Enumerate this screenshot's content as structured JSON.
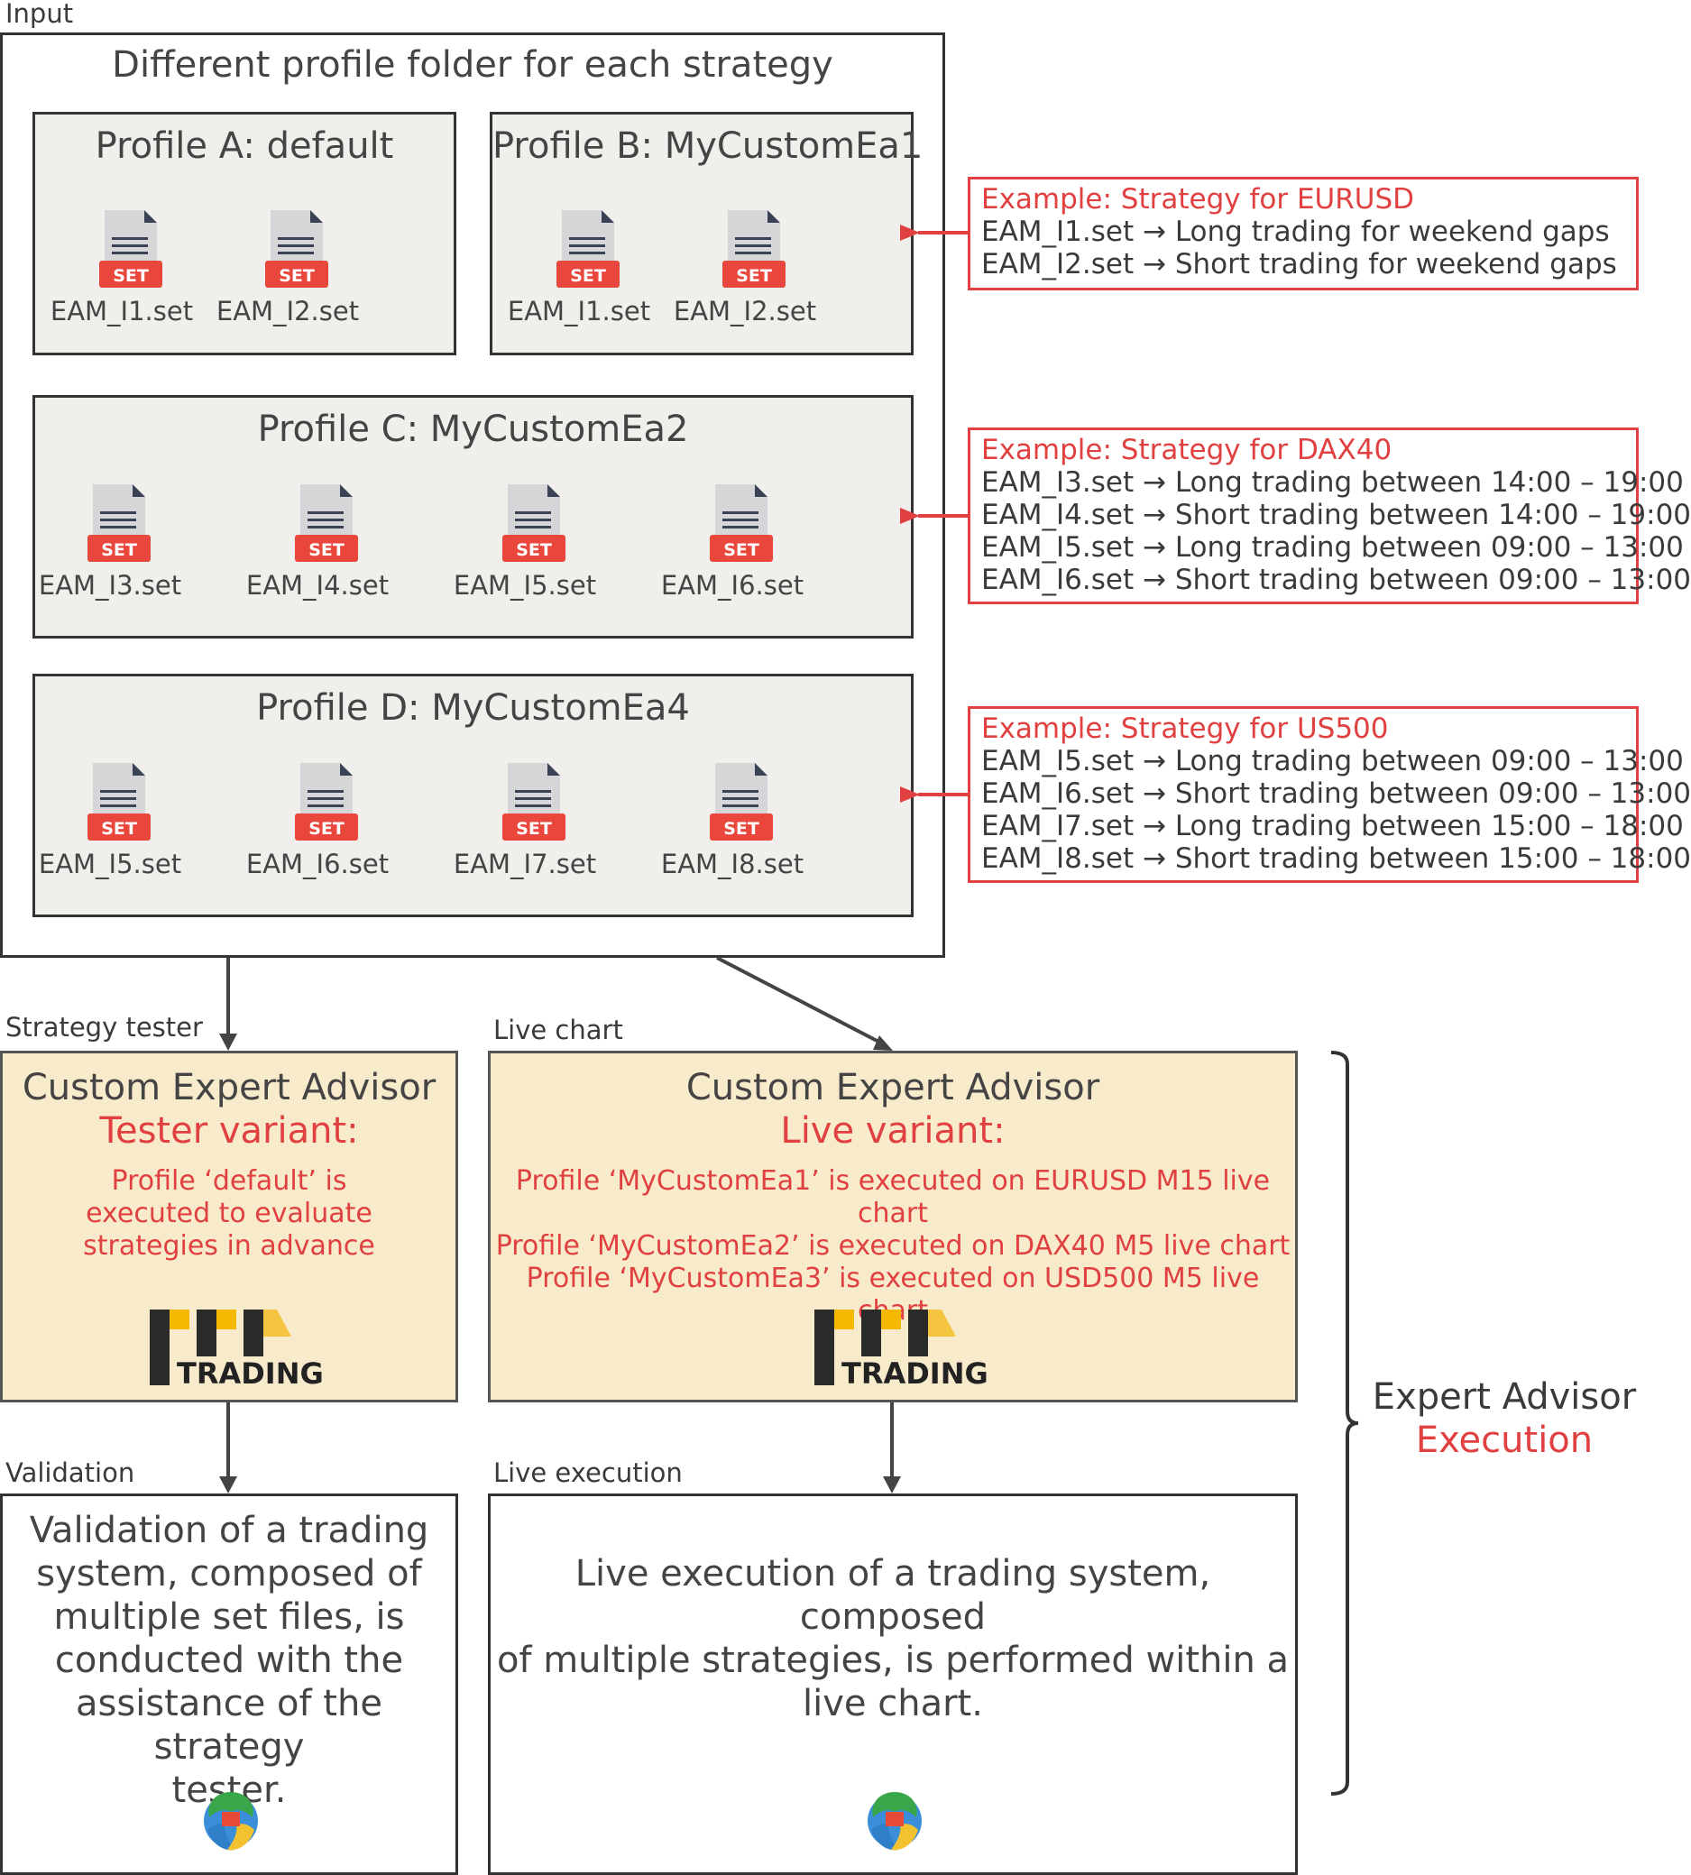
{
  "labels": {
    "input": "Input",
    "strategy_tester": "Strategy tester",
    "live_chart": "Live chart",
    "validation": "Validation",
    "live_execution": "Live execution"
  },
  "input_box": {
    "title": "Different profile folder for each strategy"
  },
  "profiles": [
    {
      "title": "Profile A: default",
      "files": [
        "EAM_I1.set",
        "EAM_I2.set"
      ]
    },
    {
      "title": "Profile B: MyCustomEa1",
      "files": [
        "EAM_I1.set",
        "EAM_I2.set"
      ]
    },
    {
      "title": "Profile C: MyCustomEa2",
      "files": [
        "EAM_I3.set",
        "EAM_I4.set",
        "EAM_I5.set",
        "EAM_I6.set"
      ]
    },
    {
      "title": "Profile D: MyCustomEa4",
      "files": [
        "EAM_I5.set",
        "EAM_I6.set",
        "EAM_I7.set",
        "EAM_I8.set"
      ]
    }
  ],
  "file_badge": "SET",
  "examples": [
    {
      "title": "Example: Strategy for EURUSD",
      "lines": [
        "EAM_I1.set → Long trading for weekend gaps",
        "EAM_I2.set → Short trading for weekend gaps"
      ]
    },
    {
      "title": "Example: Strategy for DAX40",
      "lines": [
        "EAM_I3.set → Long trading between 14:00 – 19:00",
        "EAM_I4.set → Short trading between 14:00 – 19:00",
        "EAM_I5.set → Long trading between 09:00 – 13:00",
        "EAM_I6.set → Short trading between 09:00 – 13:00"
      ]
    },
    {
      "title": "Example: Strategy for US500",
      "lines": [
        "EAM_I5.set → Long trading between 09:00 – 13:00",
        "EAM_I6.set → Short trading between 09:00 – 13:00",
        "EAM_I7.set → Long trading between 15:00 – 18:00",
        "EAM_I8.set → Short trading between 15:00 – 18:00"
      ]
    }
  ],
  "tester_ea": {
    "title": "Custom Expert Advisor",
    "variant": "Tester variant:",
    "desc": [
      "Profile ‘default’ is",
      "executed to evaluate",
      "strategies in advance"
    ],
    "logo_text": "TRADING"
  },
  "live_ea": {
    "title": "Custom Expert Advisor",
    "variant": "Live variant:",
    "desc": [
      "Profile ‘MyCustomEa1’ is executed on EURUSD M15 live chart",
      "Profile ‘MyCustomEa2’ is executed on DAX40 M5 live chart",
      "Profile ‘MyCustomEa3’ is executed on USD500 M5 live chart"
    ],
    "logo_text": "TRADING"
  },
  "validation_box": {
    "lines": [
      "Validation of a trading",
      "system, composed of",
      "multiple set files, is",
      "conducted with the",
      "assistance of the strategy",
      "tester."
    ]
  },
  "live_box": {
    "lines": [
      "Live execution of a trading system, composed",
      "of multiple strategies, is performed within a",
      "live chart."
    ]
  },
  "bracket_label": {
    "line1": "Expert Advisor",
    "line2": "Execution"
  },
  "colors": {
    "accent_red": "#e04040",
    "ea_fill": "#f8ebcb",
    "profile_fill": "#f0efec",
    "logo_yellow": "#f5b800"
  }
}
